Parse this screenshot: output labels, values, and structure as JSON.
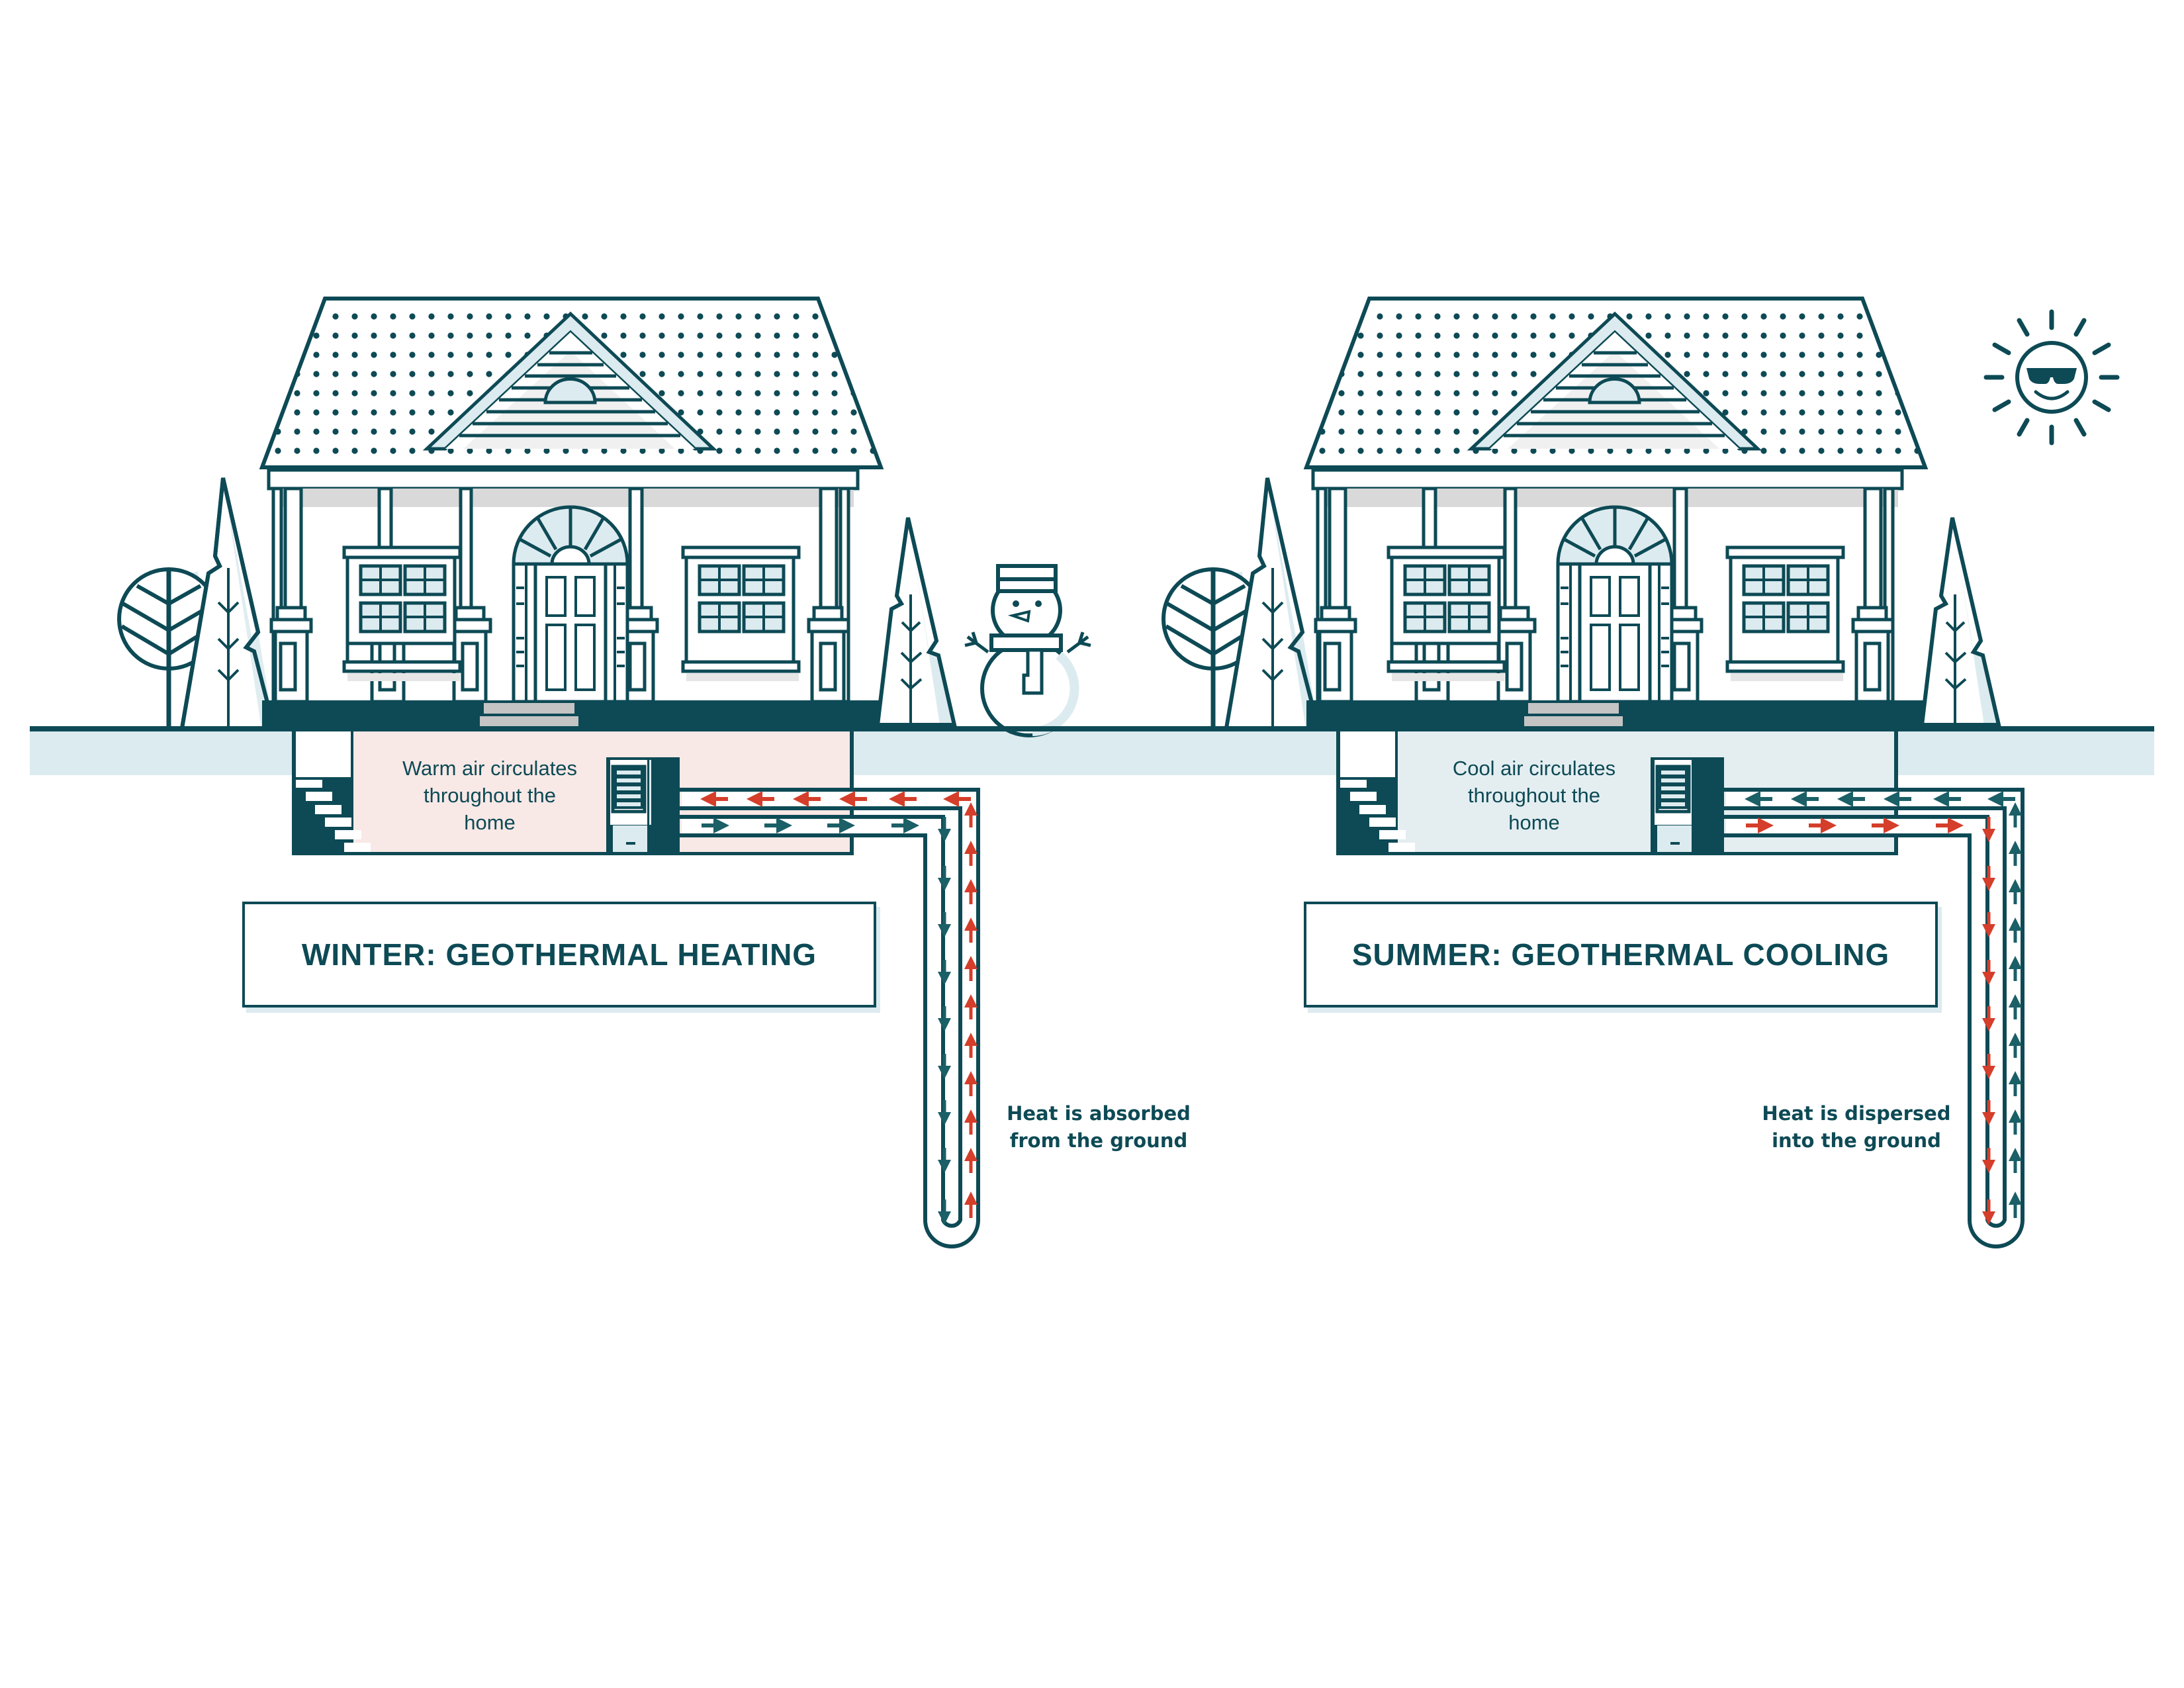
{
  "colors": {
    "ink": "#0d4a55",
    "light_blue": "#dcebef",
    "warm_fill": "#f8e8e6",
    "cool_fill": "#e4eef1",
    "hot_arrow": "#d43e2a",
    "cold_arrow": "#1b5f67",
    "shadow_gray": "#d9d9d9",
    "step_gray": "#c4c4c4"
  },
  "winter": {
    "title": "WINTER: GEOTHERMAL HEATING",
    "basement_text": [
      "Warm air circulates",
      "throughout the",
      "home"
    ],
    "ground_text": [
      "Heat is absorbed",
      "from the ground"
    ],
    "decoration": "snowman-icon",
    "upper_pipe_flow": "hot-arrows-left",
    "lower_pipe_flow": "cold-arrows-right",
    "down_leg_flow": "cold-arrows-down",
    "up_leg_flow": "hot-arrows-up"
  },
  "summer": {
    "title": "SUMMER: GEOTHERMAL COOLING",
    "basement_text": [
      "Cool air circulates",
      "throughout the",
      "home"
    ],
    "ground_text": [
      "Heat is dispersed",
      "into the ground"
    ],
    "decoration": "sun-with-sunglasses-icon",
    "upper_pipe_flow": "cold-arrows-left",
    "lower_pipe_flow": "hot-arrows-right",
    "down_leg_flow": "hot-arrows-down",
    "up_leg_flow": "cold-arrows-up"
  }
}
